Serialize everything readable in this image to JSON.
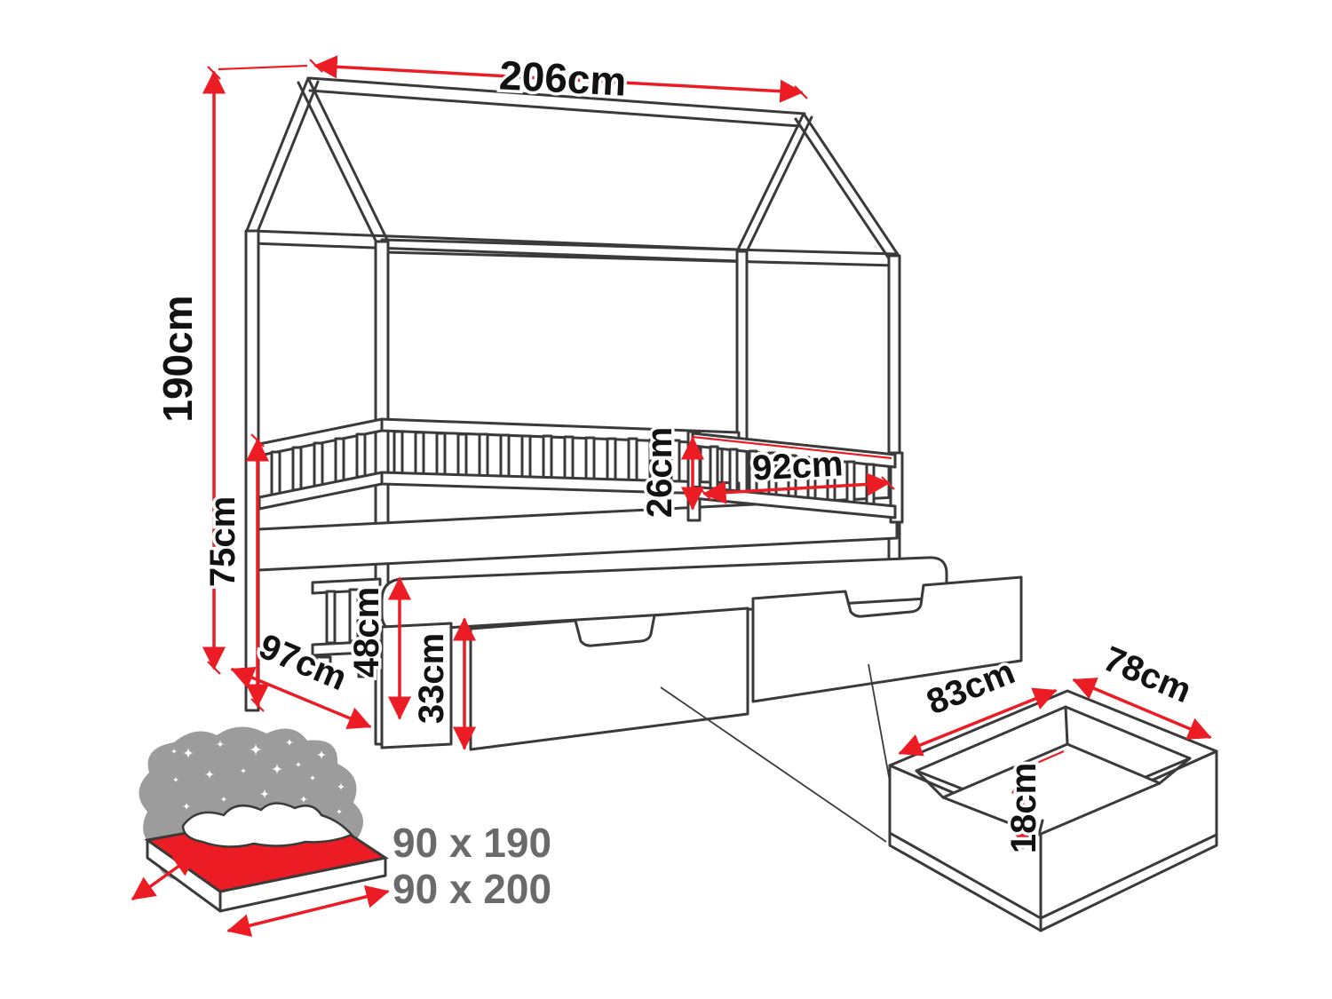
{
  "diagram": {
    "subject": "House bed with trundle bed and storage drawers - dimension drawing",
    "dimensions": {
      "total_width": "206cm",
      "total_height": "190cm",
      "bed_height": "75cm",
      "depth": "97cm",
      "trundle_height": "48cm",
      "drawer_front_height": "33cm",
      "guard_rail_height": "26cm",
      "guard_rail_length": "92cm",
      "storage_drawer_length": "83cm",
      "storage_drawer_width": "78cm",
      "storage_drawer_depth": "18cm"
    },
    "mattress_options": {
      "first": "90 x 190",
      "second": "90 x 200"
    },
    "colors": {
      "line": "#3a3a3a",
      "dimension_red": "#ec1c24",
      "night_sky_gray": "#9c9c9c",
      "mattress_red": "#ec1c24",
      "size_label_gray": "#6a6a6a",
      "background": "#ffffff"
    }
  }
}
